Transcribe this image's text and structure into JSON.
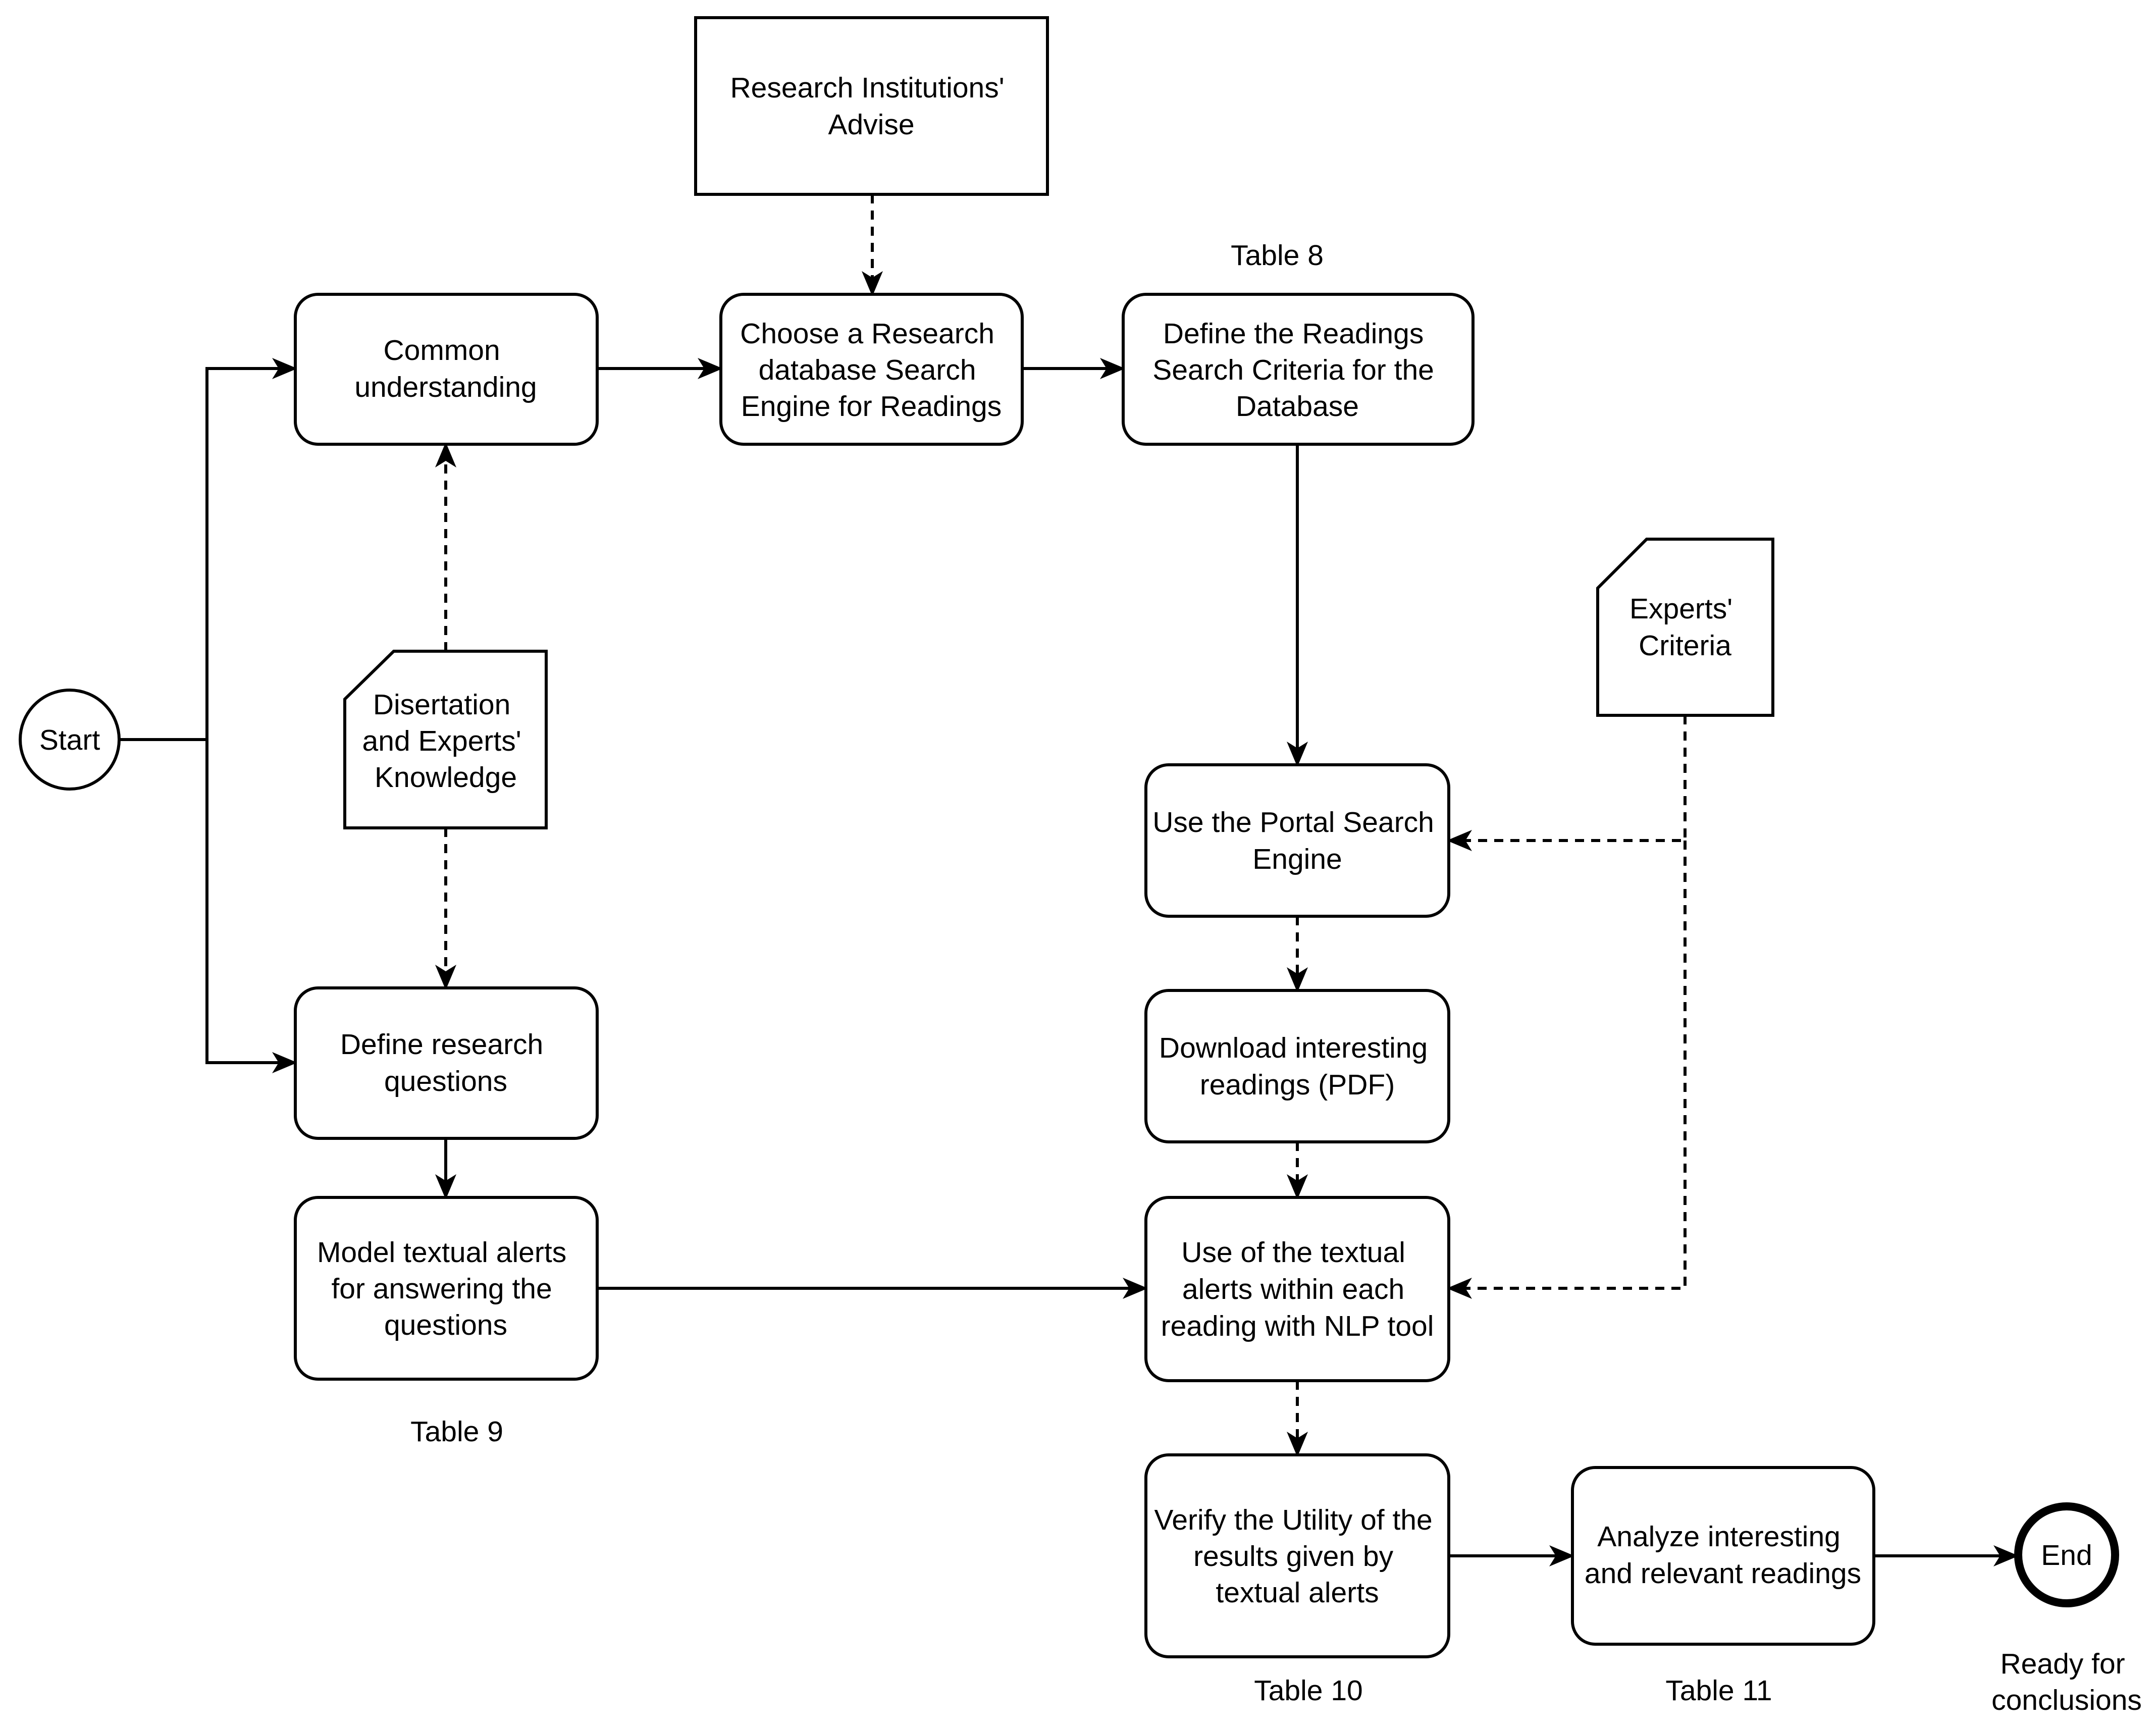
{
  "nodes": {
    "start": "Start",
    "end": "End",
    "common_understanding": [
      "Common",
      "understanding"
    ],
    "choose_engine": [
      "Choose a Research",
      "database Search",
      "Engine for Readings"
    ],
    "define_criteria": [
      "Define the Readings",
      "Search Criteria for the",
      "Database"
    ],
    "use_portal": [
      "Use the Portal Search",
      "Engine"
    ],
    "download": [
      "Download interesting",
      "readings (PDF)"
    ],
    "use_alerts": [
      "Use of the textual",
      "alerts within each",
      "reading with NLP tool"
    ],
    "verify": [
      "Verify the Utility of the",
      "results given by",
      "textual alerts"
    ],
    "analyze": [
      "Analyze interesting",
      "and relevant readings"
    ],
    "define_questions": [
      "Define research",
      "questions"
    ],
    "model_alerts": [
      "Model textual alerts",
      "for answering the",
      "questions"
    ]
  },
  "documents": {
    "institutions": [
      "Research Institutions'",
      "Advise"
    ],
    "dissertation": [
      "Disertation",
      "and Experts'",
      "Knowledge"
    ],
    "experts": [
      "Experts'",
      "Criteria"
    ]
  },
  "captions": {
    "table8": "Table 8",
    "table9": "Table 9",
    "table10": "Table 10",
    "table11": "Table 11",
    "ready": [
      "Ready for",
      "conclusions"
    ]
  }
}
